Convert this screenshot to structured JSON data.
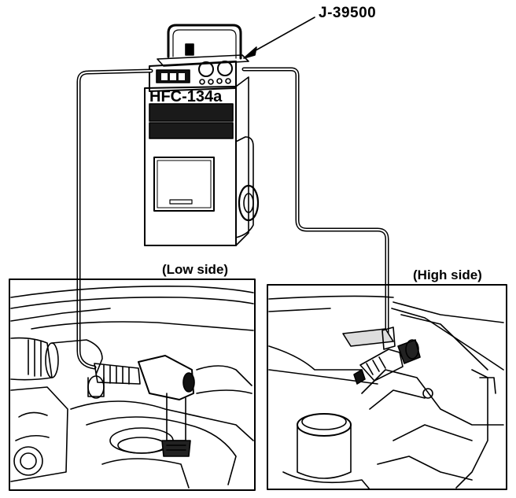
{
  "labels": {
    "tool_ref": "J-39500",
    "unit_name": "HFC-134a",
    "low_side": "(Low side)",
    "high_side": "(High side)"
  },
  "colors": {
    "line": "#000000",
    "background": "#ffffff"
  }
}
